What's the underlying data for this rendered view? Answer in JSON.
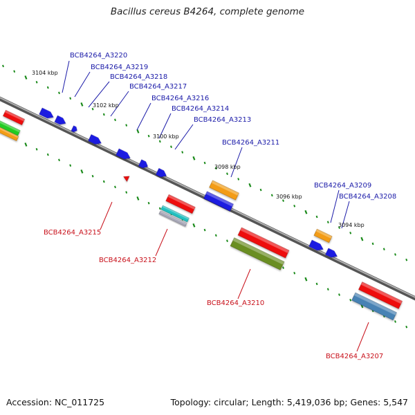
{
  "title": "Bacillus cereus B4264, complete genome",
  "footer": {
    "accession": "Accession: NC_011725",
    "summary": "Topology: circular; Length: 5,419,036 bp; Genes: 5,547"
  },
  "scale_labels": [
    "3104 kbp",
    "3102 kbp",
    "3100 kbp",
    "3098 kbp",
    "3096 kbp",
    "3094 kbp"
  ],
  "genes_forward": [
    "BCB4264_A3220",
    "BCB4264_A3219",
    "BCB4264_A3218",
    "BCB4264_A3217",
    "BCB4264_A3216",
    "BCB4264_A3214",
    "BCB4264_A3213",
    "BCB4264_A3211",
    "BCB4264_A3209",
    "BCB4264_A3208"
  ],
  "genes_reverse": [
    "BCB4264_A3215",
    "BCB4264_A3212",
    "BCB4264_A3210",
    "BCB4264_A3207"
  ],
  "colors": {
    "backbone": "#8a8a8a",
    "tick": "#1a8a1a",
    "blue": "#1a1ae0",
    "red": "#ee1111",
    "orange": "#f39c12",
    "olive": "#6b8e23",
    "steel": "#4682b4",
    "cyan": "#20c0c0",
    "green": "#22cc22",
    "label_forward": "#1a1aa8",
    "label_reverse": "#c8101a"
  }
}
